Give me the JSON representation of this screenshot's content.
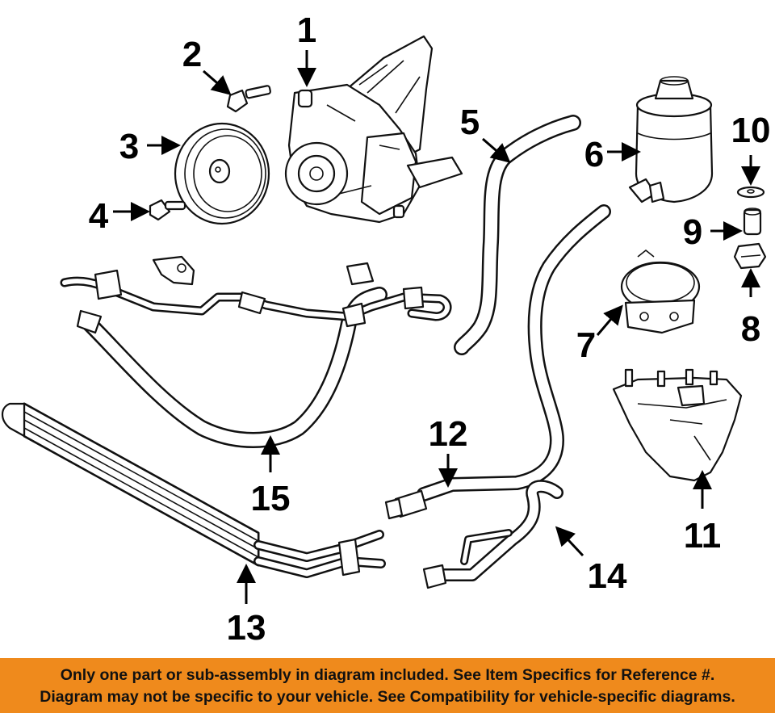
{
  "callouts": [
    {
      "id": "1",
      "label": "1"
    },
    {
      "id": "2",
      "label": "2"
    },
    {
      "id": "3",
      "label": "3"
    },
    {
      "id": "4",
      "label": "4"
    },
    {
      "id": "5",
      "label": "5"
    },
    {
      "id": "6",
      "label": "6"
    },
    {
      "id": "7",
      "label": "7"
    },
    {
      "id": "8",
      "label": "8"
    },
    {
      "id": "9",
      "label": "9"
    },
    {
      "id": "10",
      "label": "10"
    },
    {
      "id": "11",
      "label": "11"
    },
    {
      "id": "12",
      "label": "12"
    },
    {
      "id": "13",
      "label": "13"
    },
    {
      "id": "14",
      "label": "14"
    },
    {
      "id": "15",
      "label": "15"
    }
  ],
  "footer": {
    "line1": "Only one part or sub-assembly in diagram included. See Item Specifics for Reference #.",
    "line2": "Diagram may not be specific to your vehicle. See Compatibility for vehicle-specific diagrams."
  },
  "colors": {
    "footer_background": "#ef8a1c",
    "line_art": "#111111",
    "background": "#ffffff"
  }
}
